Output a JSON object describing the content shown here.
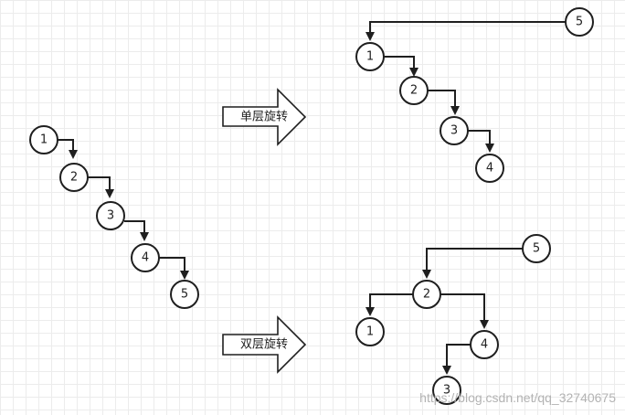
{
  "original_chain": [
    "1",
    "2",
    "3",
    "4",
    "5"
  ],
  "single_rotation": {
    "label": "单层旋转",
    "root": "5",
    "chain": [
      "1",
      "2",
      "3",
      "4"
    ]
  },
  "double_rotation": {
    "label": "双层旋转",
    "root": "5",
    "child": "2",
    "left": "1",
    "right": "4",
    "right_left": "3"
  },
  "watermark": "https://blog.csdn.net/qq_32740675"
}
